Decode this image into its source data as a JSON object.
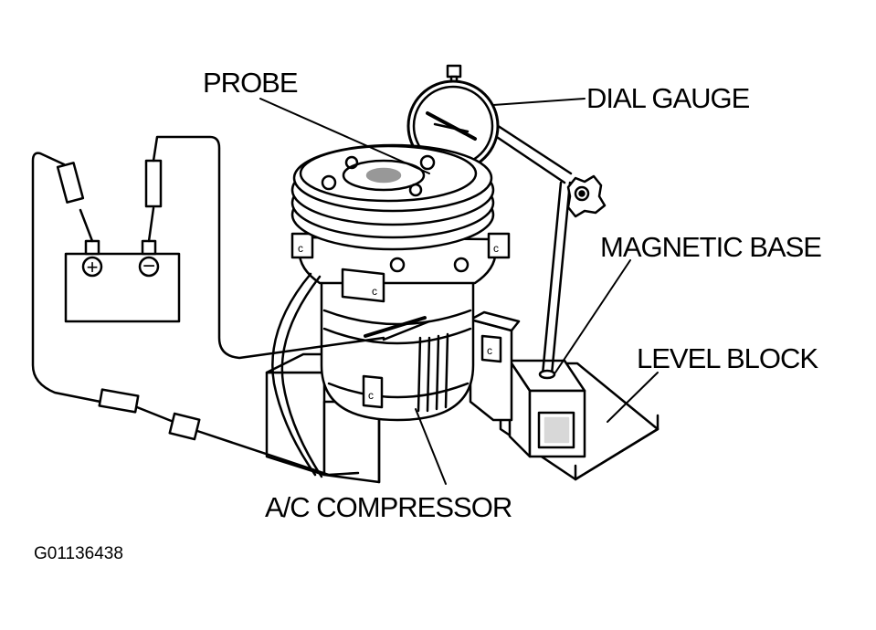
{
  "labels": {
    "probe": "PROBE",
    "dial_gauge": "DIAL GAUGE",
    "magnetic_base": "MAGNETIC BASE",
    "level_block": "LEVEL BLOCK",
    "ac_compressor": "A/C COMPRESSOR"
  },
  "figure_code": "G01136438",
  "battery": {
    "positive_symbol": "+",
    "negative_symbol": "−"
  },
  "bracket_marks": "c"
}
